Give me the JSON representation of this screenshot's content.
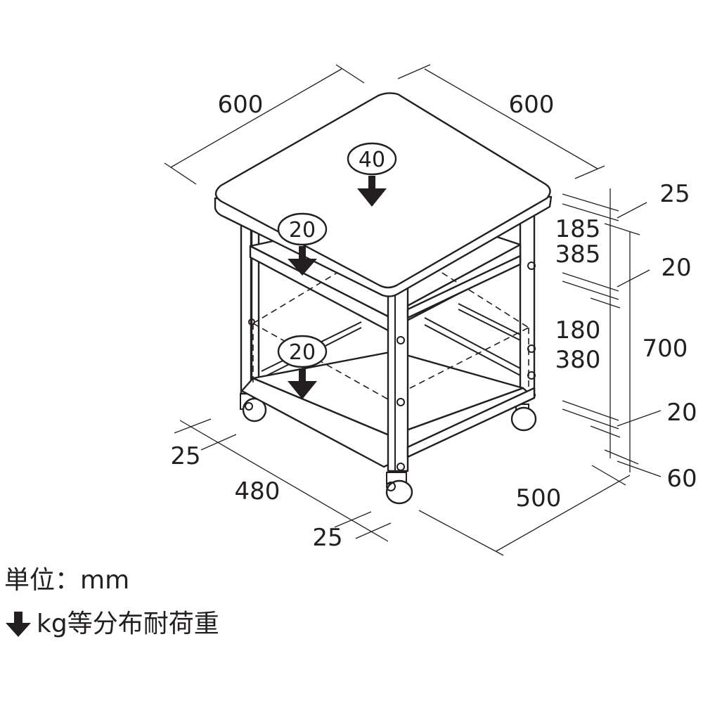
{
  "dimensions": {
    "top_width": "600",
    "top_depth": "600",
    "top_thickness": "25",
    "upper_gap_a": "185",
    "upper_gap_b": "385",
    "shelf_thickness_upper": "20",
    "lower_gap_a": "180",
    "lower_gap_b": "380",
    "total_height": "700",
    "shelf_thickness_lower": "20",
    "caster_height": "60",
    "leg_width_left": "25",
    "inner_width": "480",
    "leg_width_right": "25",
    "base_depth": "500"
  },
  "loads": {
    "top": "40",
    "middle_shelf": "20",
    "bottom_shelf": "20"
  },
  "legend": {
    "units": "単位：mm",
    "load_note": "kg等分布耐荷重"
  }
}
